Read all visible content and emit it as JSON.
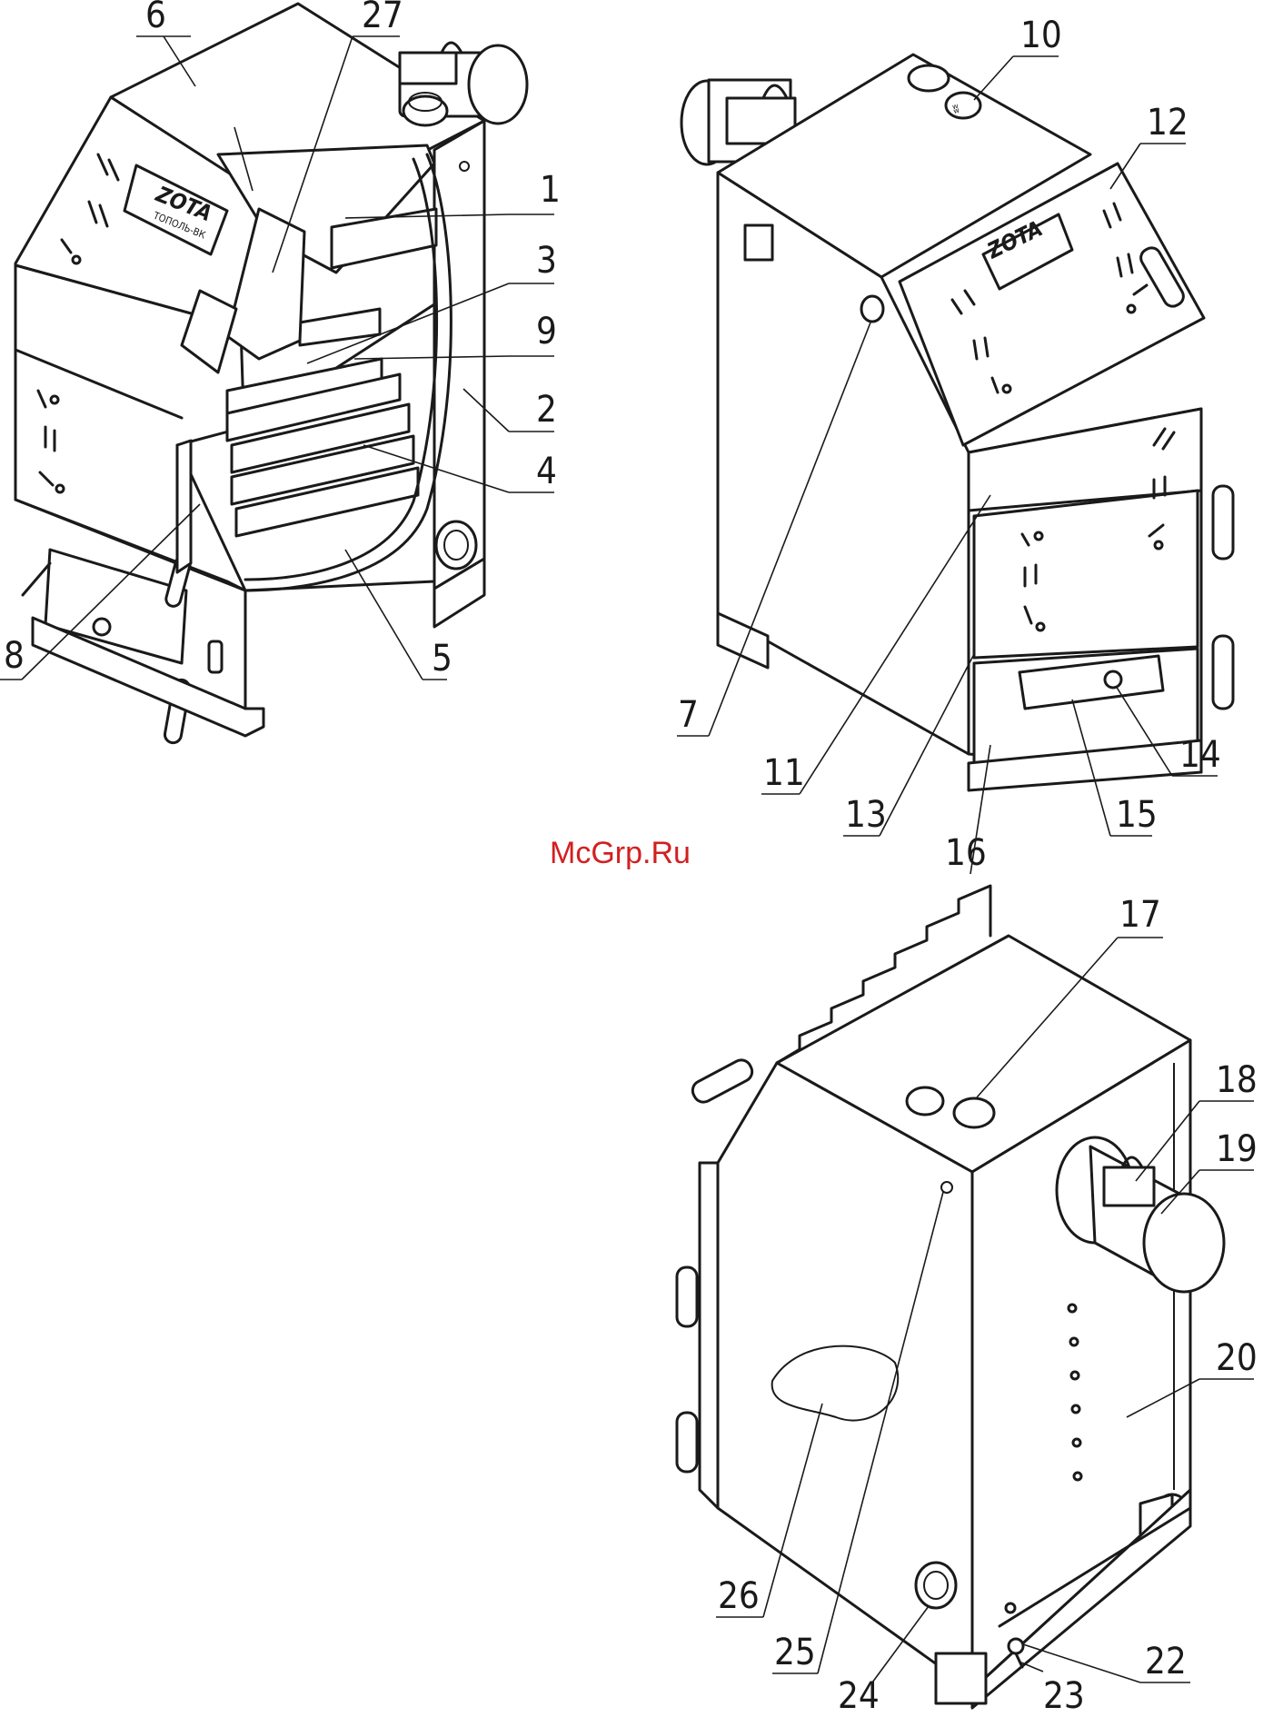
{
  "watermark": "McGrp.Ru",
  "logo": {
    "brand": "ZOTA",
    "model": "ТОПОЛЬ-ВК"
  },
  "callouts": [
    "6",
    "27",
    "1",
    "3",
    "9",
    "2",
    "4",
    "5",
    "8",
    "10",
    "12",
    "7",
    "11",
    "13",
    "14",
    "15",
    "16",
    "17",
    "18",
    "19",
    "20",
    "26",
    "25",
    "24",
    "23",
    "22"
  ]
}
